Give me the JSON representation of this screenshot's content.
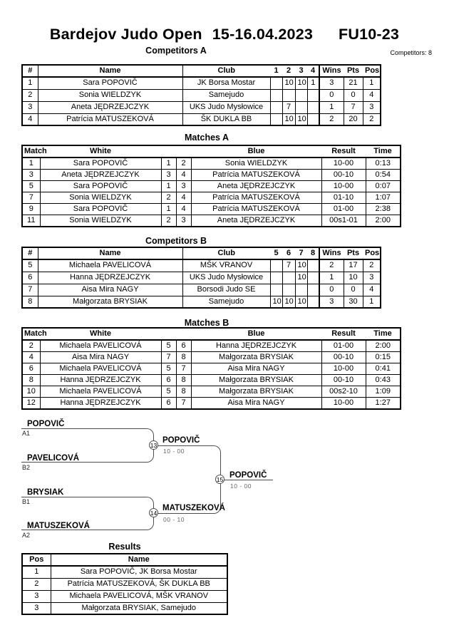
{
  "title": {
    "event": "Bardejov Judo Open",
    "date": "15-16.04.2023",
    "category": "FU10-23"
  },
  "competitors_count_label": "Competitors: 8",
  "sections": {
    "competitors_a": {
      "heading": "Competitors A",
      "headers": {
        "num": "#",
        "name": "Name",
        "club": "Club",
        "r1": "1",
        "r2": "2",
        "r3": "3",
        "r4": "4",
        "wins": "Wins",
        "pts": "Pts",
        "pos": "Pos"
      },
      "rows": [
        [
          "1",
          "Sara POPOVIČ",
          "JK Borsa Mostar",
          "",
          "10",
          "10",
          "1",
          "3",
          "21",
          "1"
        ],
        [
          "2",
          "Sonia WIELDZYK",
          "Samejudo",
          "",
          "",
          "",
          "",
          "0",
          "0",
          "4"
        ],
        [
          "3",
          "Aneta JĘDRZEJCZYK",
          "UKS Judo Mysłowice",
          "",
          "7",
          "",
          "",
          "1",
          "7",
          "3"
        ],
        [
          "4",
          "Patrícia MATUSZEKOVÁ",
          "ŠK DUKLA BB",
          "",
          "10",
          "10",
          "",
          "2",
          "20",
          "2"
        ]
      ]
    },
    "matches_a": {
      "heading": "Matches A",
      "headers": {
        "match": "Match",
        "white": "White",
        "blue": "Blue",
        "result": "Result",
        "time": "Time"
      },
      "rows": [
        [
          "1",
          "Sara POPOVIČ",
          "1",
          "2",
          "Sonia WIELDZYK",
          "10-00",
          "0:13"
        ],
        [
          "3",
          "Aneta JĘDRZEJCZYK",
          "3",
          "4",
          "Patrícia MATUSZEKOVÁ",
          "00-10",
          "0:54"
        ],
        [
          "5",
          "Sara POPOVIČ",
          "1",
          "3",
          "Aneta JĘDRZEJCZYK",
          "10-00",
          "0:07"
        ],
        [
          "7",
          "Sonia WIELDZYK",
          "2",
          "4",
          "Patrícia MATUSZEKOVÁ",
          "01-10",
          "1:07"
        ],
        [
          "9",
          "Sara POPOVIČ",
          "1",
          "4",
          "Patrícia MATUSZEKOVÁ",
          "01-00",
          "2:38"
        ],
        [
          "11",
          "Sonia WIELDZYK",
          "2",
          "3",
          "Aneta JĘDRZEJCZYK",
          "00s1-01",
          "2:00"
        ]
      ]
    },
    "competitors_b": {
      "heading": "Competitors B",
      "headers": {
        "num": "#",
        "name": "Name",
        "club": "Club",
        "r1": "5",
        "r2": "6",
        "r3": "7",
        "r4": "8",
        "wins": "Wins",
        "pts": "Pts",
        "pos": "Pos"
      },
      "rows": [
        [
          "5",
          "Michaela PAVELICOVÁ",
          "MŠK VRANOV",
          "",
          "7",
          "10",
          "",
          "2",
          "17",
          "2"
        ],
        [
          "6",
          "Hanna JĘDRZEJCZYK",
          "UKS Judo Mysłowice",
          "",
          "",
          "10",
          "",
          "1",
          "10",
          "3"
        ],
        [
          "7",
          "Aisa Mira NAGY",
          "Borsodi Judo SE",
          "",
          "",
          "",
          "",
          "0",
          "0",
          "4"
        ],
        [
          "8",
          "Małgorzata BRYSIAK",
          "Samejudo",
          "10",
          "10",
          "10",
          "",
          "3",
          "30",
          "1"
        ]
      ]
    },
    "matches_b": {
      "heading": "Matches B",
      "headers": {
        "match": "Match",
        "white": "White",
        "blue": "Blue",
        "result": "Result",
        "time": "Time"
      },
      "rows": [
        [
          "2",
          "Michaela PAVELICOVÁ",
          "5",
          "6",
          "Hanna JĘDRZEJCZYK",
          "01-00",
          "2:00"
        ],
        [
          "4",
          "Aisa Mira NAGY",
          "7",
          "8",
          "Małgorzata BRYSIAK",
          "00-10",
          "0:15"
        ],
        [
          "6",
          "Michaela PAVELICOVÁ",
          "5",
          "7",
          "Aisa Mira NAGY",
          "10-00",
          "0:41"
        ],
        [
          "8",
          "Hanna JĘDRZEJCZYK",
          "6",
          "8",
          "Małgorzata BRYSIAK",
          "00-10",
          "0:43"
        ],
        [
          "10",
          "Michaela PAVELICOVÁ",
          "5",
          "8",
          "Małgorzata BRYSIAK",
          "00s2-10",
          "1:09"
        ],
        [
          "12",
          "Hanna JĘDRZEJCZYK",
          "6",
          "7",
          "Aisa Mira NAGY",
          "10-00",
          "1:27"
        ]
      ]
    },
    "results": {
      "heading": "Results",
      "headers": {
        "pos": "Pos",
        "name": "Name"
      },
      "rows": [
        [
          "1",
          "Sara POPOVIČ, JK Borsa Mostar"
        ],
        [
          "2",
          "Patrícia MATUSZEKOVÁ, ŠK DUKLA BB"
        ],
        [
          "3",
          "Michaela PAVELICOVÁ, MŠK VRANOV"
        ],
        [
          "3",
          "Małgorzata BRYSIAK, Samejudo"
        ]
      ]
    }
  },
  "bracket": {
    "sf1": {
      "match_no": "13",
      "top_name": "POPOVIČ",
      "top_seed": "A1",
      "bottom_name": "PAVELICOVÁ",
      "bottom_seed": "B2",
      "winner_name": "POPOVIČ",
      "winner_score": "10 - 00"
    },
    "sf2": {
      "match_no": "14",
      "top_name": "BRYSIAK",
      "top_seed": "B1",
      "bottom_name": "MATUSZEKOVÁ",
      "bottom_seed": "A2",
      "winner_name": "MATUSZEKOVÁ",
      "winner_score": "00 - 10"
    },
    "final": {
      "match_no": "15",
      "winner_name": "POPOVIČ",
      "winner_score": "10 - 00"
    }
  }
}
